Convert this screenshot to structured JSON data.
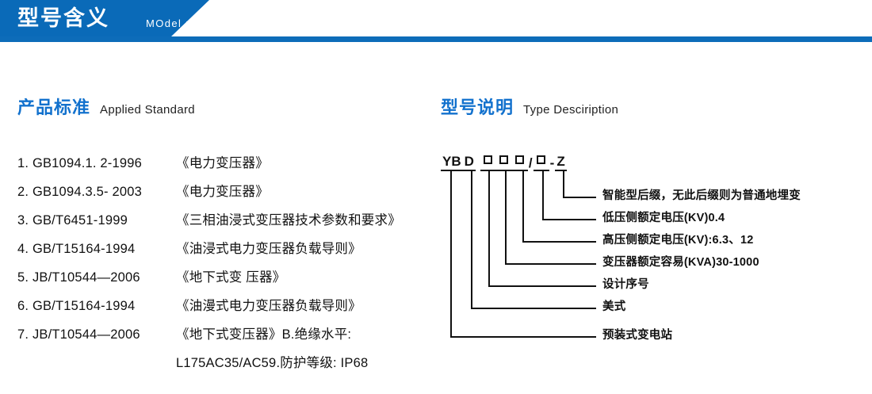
{
  "banner": {
    "title": "型号含义",
    "subtitle": "MOdel maning",
    "bar_color": "#0a6ab8",
    "rule_color": "#0d6cb9"
  },
  "sections": {
    "standard": {
      "title_cn": "产品标准",
      "title_en": "Applied Standard",
      "accent_color": "#1271cd"
    },
    "type": {
      "title_cn": "型号说明",
      "title_en": "Type Desciription",
      "accent_color": "#1271cd"
    }
  },
  "standards": [
    {
      "code": "1. GB1094.1. 2-1996",
      "name": "《电力变压器》"
    },
    {
      "code": "2. GB1094.3.5- 2003",
      "name": "《电力变压器》"
    },
    {
      "code": "3. GB/T6451-1999",
      "name": "《三相油浸式变压器技术参数和要求》"
    },
    {
      "code": "4. GB/T15164-1994",
      "name": "《油浸式电力变压器负载导则》"
    },
    {
      "code": "5. JB/T10544—2006",
      "name": "《地下式变 压器》"
    },
    {
      "code": "6. GB/T15164-1994",
      "name": "《油漫式电力变压器负载导则》"
    },
    {
      "code": "7. JB/T10544—2006",
      "name": "《地下式变压器》B.绝缘水平:"
    },
    {
      "code": "",
      "name": "L175AC35/AC59.防护等级: IP68",
      "continuation": true
    }
  ],
  "type_diagram": {
    "code_segments": [
      {
        "text": "YB",
        "kind": "text",
        "underline": true
      },
      {
        "text": "D",
        "kind": "text",
        "underline": true
      },
      {
        "text": "□",
        "kind": "box",
        "underline": true
      },
      {
        "text": "□",
        "kind": "box",
        "underline": true
      },
      {
        "text": "□",
        "kind": "box",
        "underline": true
      },
      {
        "text": "/",
        "kind": "sep",
        "underline": false
      },
      {
        "text": "□",
        "kind": "box",
        "underline": true
      },
      {
        "text": "-",
        "kind": "sep",
        "underline": false
      },
      {
        "text": "Z",
        "kind": "text",
        "underline": true
      }
    ],
    "code_display": "YB D □□□/□ -Z",
    "callouts": [
      {
        "label": "智能型后缀，无此后缀则为普通地埋变"
      },
      {
        "label": "低压侧额定电压(KV)0.4"
      },
      {
        "label": "高压侧额定电压(KV):6.3、12"
      },
      {
        "label": "变压器额定容易(KVA)30-1000"
      },
      {
        "label": "设计序号"
      },
      {
        "label": "美式"
      },
      {
        "label": "预装式变电站"
      }
    ]
  }
}
